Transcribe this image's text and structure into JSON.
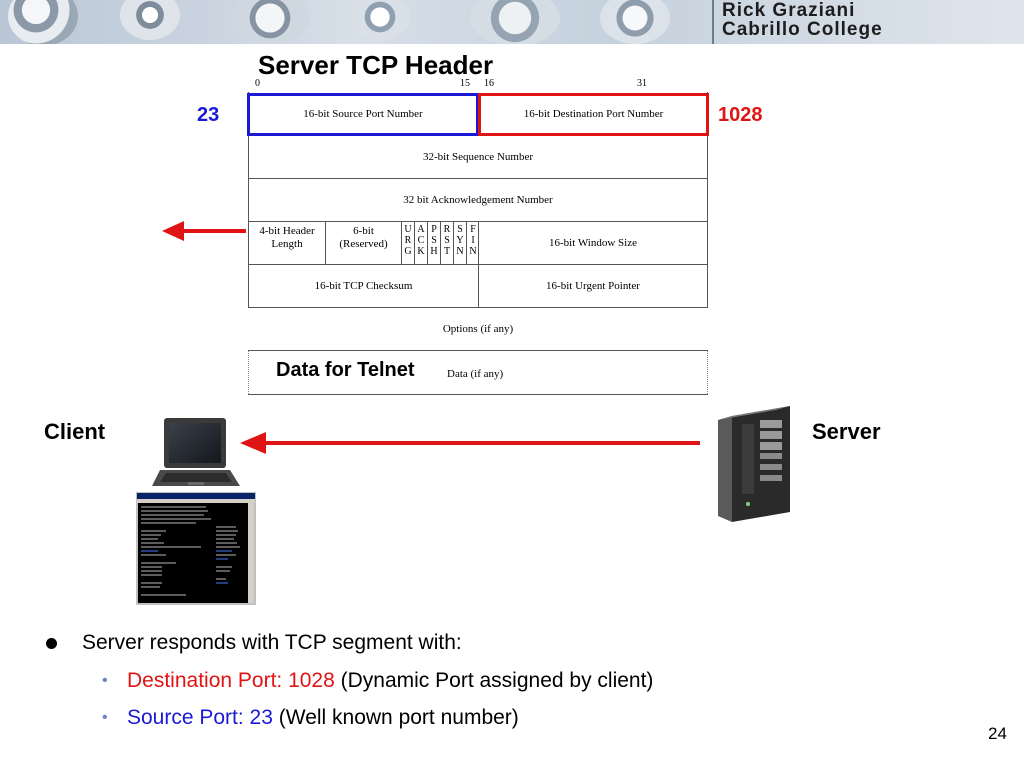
{
  "banner": {
    "author": "Rick Graziani",
    "college": "Cabrillo College"
  },
  "title": "Server TCP Header",
  "bit_labels": [
    "0",
    "15",
    "16",
    "31"
  ],
  "header": {
    "source_port": "16-bit Source Port Number",
    "dest_port": "16-bit Destination Port Number",
    "sequence": "32-bit Sequence Number",
    "ack": "32 bit Acknowledgement Number",
    "header_length_line1": "4-bit Header",
    "header_length_line2": "Length",
    "reserved_line1": "6-bit",
    "reserved_line2": "(Reserved)",
    "flags": [
      {
        "l1": "U",
        "l2": "R",
        "l3": "G"
      },
      {
        "l1": "A",
        "l2": "C",
        "l3": "K"
      },
      {
        "l1": "P",
        "l2": "S",
        "l3": "H"
      },
      {
        "l1": "R",
        "l2": "S",
        "l3": "T"
      },
      {
        "l1": "S",
        "l2": "Y",
        "l3": "N"
      },
      {
        "l1": "F",
        "l2": "I",
        "l3": "N"
      }
    ],
    "window": "16-bit Window Size",
    "checksum": "16-bit TCP Checksum",
    "urgent": "16-bit Urgent Pointer",
    "options": "Options (if any)",
    "data_label": "Data for Telnet",
    "data_small": "Data (if any)"
  },
  "ports": {
    "source_value": "23",
    "dest_value": "1028",
    "source_color": "#1a1ad4",
    "dest_color": "#e01414"
  },
  "labels": {
    "client": "Client",
    "server": "Server"
  },
  "arrow_color": "#e01414",
  "bullets": {
    "main": "Server responds with TCP segment with:",
    "sub1_colored": "Destination Port: 1028",
    "sub1_rest": " (Dynamic Port assigned by client)",
    "sub2_colored": "Source Port: 23",
    "sub2_rest": " (Well known port number)",
    "sub1_color": "#e01414",
    "sub2_color": "#1a1ad4"
  },
  "page_number": "24",
  "icons": [
    "laptop-icon",
    "terminal-window-icon",
    "server-tower-icon",
    "bullet-dot-icon"
  ]
}
